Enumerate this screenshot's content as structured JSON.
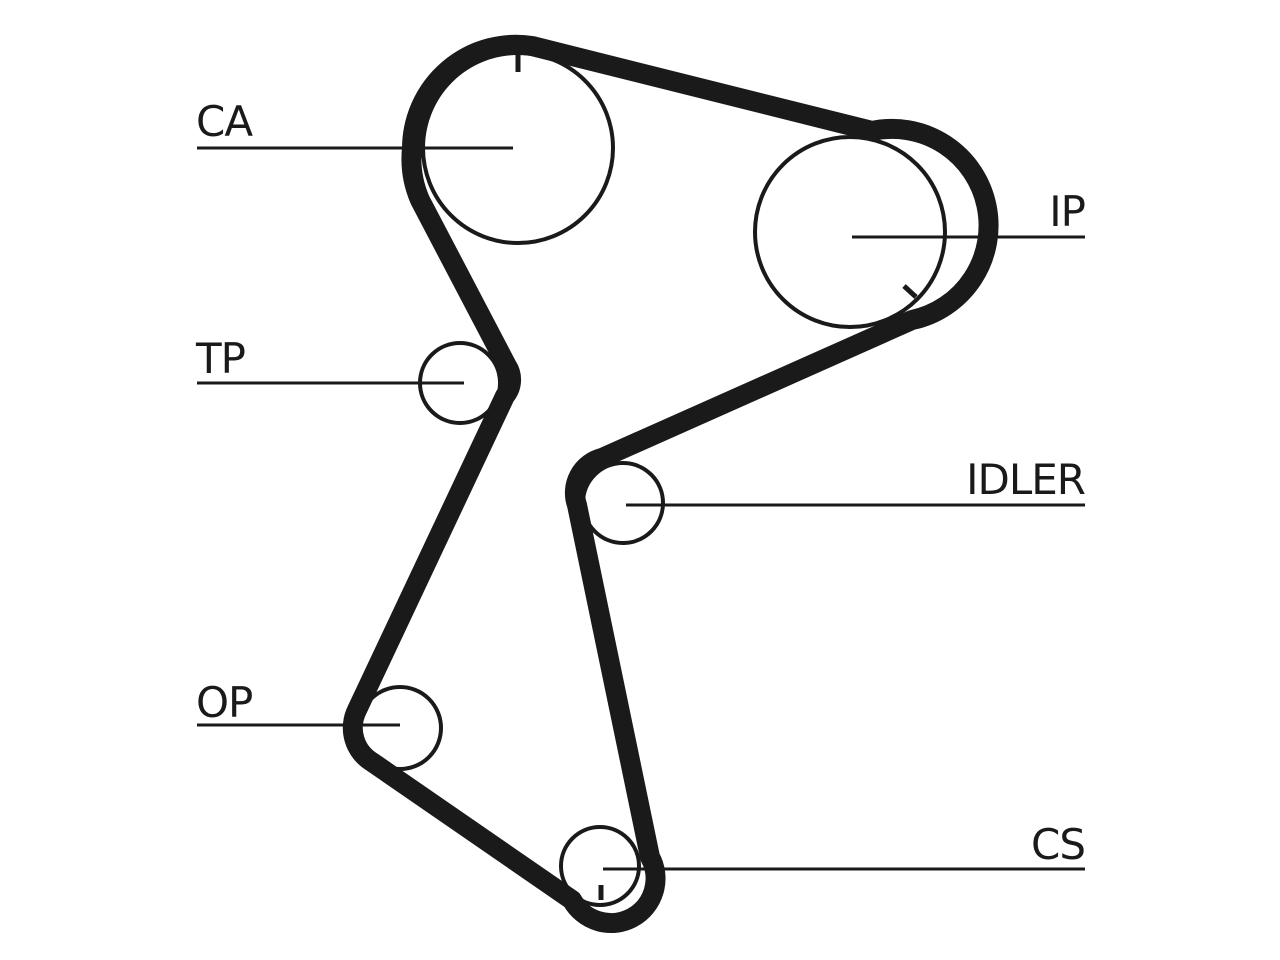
{
  "diagram": {
    "colors": {
      "belt": "#1a1a1a",
      "pulley": "#1a1a1a",
      "background": "#ffffff"
    },
    "labels": {
      "ca": "CA",
      "ip": "IP",
      "tp": "TP",
      "idler": "IDLER",
      "op": "OP",
      "cs": "CS"
    }
  }
}
